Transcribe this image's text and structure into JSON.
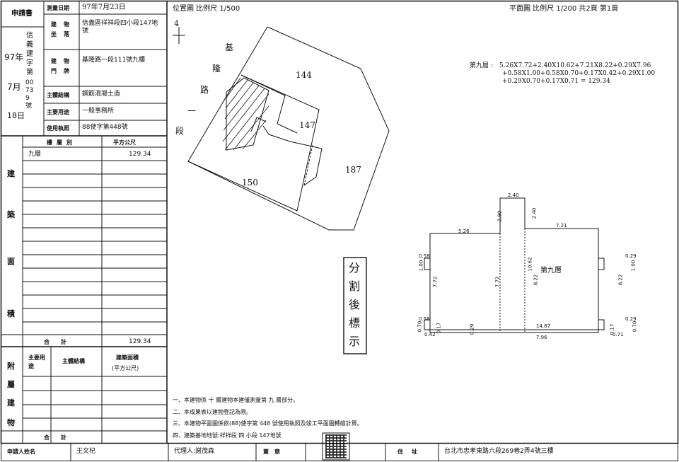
{
  "header": {
    "application_label": "申請書",
    "survey_date_label": "測量日期",
    "survey_date_value": "97年7月23日",
    "location_label": "建物坐落",
    "location_value": "信義區祥祥段四小段147地號",
    "door_label": "建物門牌",
    "door_value": "基隆路一段111號九樓",
    "structure_label": "主體結構",
    "structure_value": "鋼筋混凝土造",
    "use_label": "主要用途",
    "use_value": "一般事務所",
    "license_label": "使用執照",
    "license_value": "88使字第448號",
    "app_year": "97年",
    "app_word": "信義建字第",
    "app_month": "7月",
    "app_number": "00739號",
    "app_day": "18日"
  },
  "area_table": {
    "col_floor": "樓層別",
    "col_area": "平方公尺",
    "side_label": [
      "建",
      "築",
      "面",
      "積"
    ],
    "rows": [
      {
        "floor": "九層",
        "area": "129.34"
      }
    ],
    "total_label": "合計",
    "total_value": "129.34"
  },
  "annex_table": {
    "side_label": [
      "附",
      "屬",
      "建",
      "物"
    ],
    "col_use": "主要用途",
    "col_structure": "主體結構",
    "col_area": "建築面積",
    "col_area_unit": "(平方公尺)",
    "total_label": "合計"
  },
  "site_plan": {
    "title": "位置圖 比例尺 1/500",
    "north": "4",
    "road_chars": [
      "基",
      "隆",
      "路",
      "一",
      "段"
    ],
    "lot_144": "144",
    "lot_147": "147",
    "lot_187": "187",
    "lot_150": "150"
  },
  "floor_plan": {
    "title": "平面圖 比例尺 1/200 共2頁 第1頁",
    "formula_label": "第九層 :",
    "formula_lines": [
      "5.26X7.72+2.40X10.62+7.21X8.22+0.29X7.96",
      "+0.58X1.00+0.58X0.70+0.17X0.42+0.29X1.00",
      "+0.29X0.70+0.17X0.71 = 129.34"
    ],
    "floor_name": "第九層",
    "dims": {
      "d240": "2.40",
      "d290": "2.90",
      "d240b": "2.40",
      "d526": "5.26",
      "d721": "7.21",
      "d058": "0.58",
      "d100": "1.00",
      "d772": "7.72",
      "d772b": "7.72",
      "d1062": "10.62",
      "d822": "8.22",
      "d822b": "8.22",
      "d029": "0.29",
      "d100b": "1.00",
      "d058b": "0.58",
      "d070": "0.70",
      "d017": "0.17",
      "d042": "0.42",
      "d029b": "0.29",
      "d1487": "14.87",
      "d796": "7.96",
      "d029c": "0.29",
      "d070b": "0.70",
      "d017b": "0.17",
      "d071": "0.71"
    }
  },
  "stamp_text": [
    "分",
    "割",
    "後",
    "標",
    "示"
  ],
  "notes": [
    "一、本建物係 十 層建物本建僅測量第 九 層部分。",
    "二、本成果表以建物登記為限。",
    "三、本建物平面圖係依(88)使字第 448 號使用執照及竣工平面圖轉繪計算。",
    "四、建築基地地號:祥祥段 四 小段 147地號"
  ],
  "footer": {
    "applicant_label": "申請人姓名",
    "applicant_value": "王文杞",
    "agent_label": "代理人:謝茂森",
    "seal_label": "蓋章",
    "address_label": "住址",
    "address_value": "台北市忠孝東路六段269巷2弄4號三樓"
  }
}
